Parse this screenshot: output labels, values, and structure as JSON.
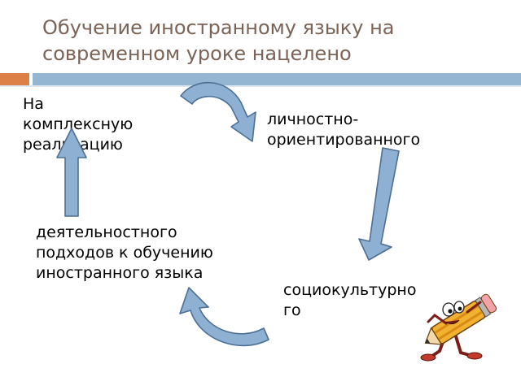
{
  "slide": {
    "title": "Обучение иностранному языку на современном уроке нацелено",
    "blocks": {
      "top_left": [
        "На",
        "комплексную",
        "реализацию"
      ],
      "top_right": [
        "личностно-",
        "ориентированного"
      ],
      "bottom_right": [
        "социокультурно",
        "го"
      ],
      "bottom_left": [
        "деятельностного",
        "подходов к обучению",
        "иностранного языка"
      ]
    }
  },
  "colors": {
    "title": "#7a6357",
    "accent_orange": "#dd8047",
    "accent_blue": "#94b6d2",
    "arrow_fill": "#8eb1d3",
    "arrow_stroke": "#4d6f95"
  },
  "icons": [
    "pencil-character-icon"
  ]
}
